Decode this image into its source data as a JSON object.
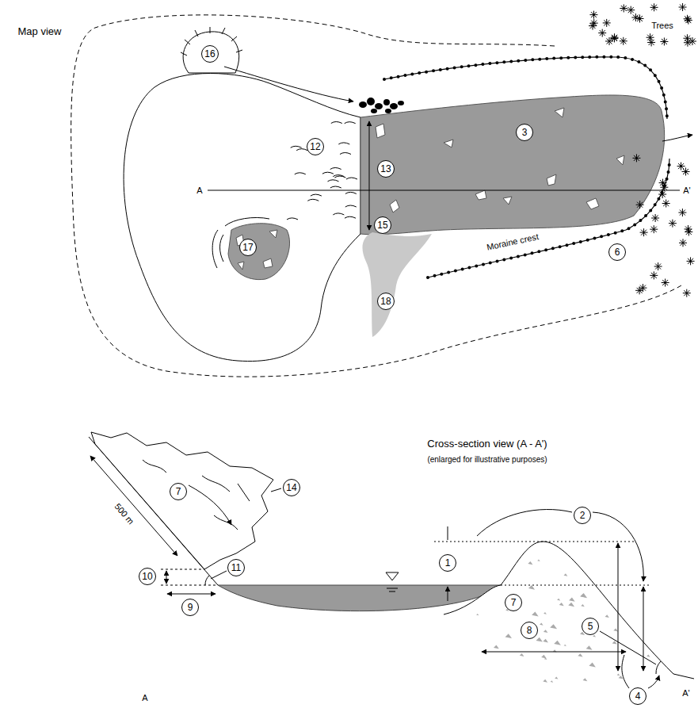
{
  "diagram": {
    "nodes": [
      {
        "text": [
          "16"
        ]
      },
      {
        "text": [
          "12"
        ]
      },
      {
        "text": [
          "13"
        ]
      },
      {
        "text": [
          "3"
        ]
      },
      {
        "text": [
          "15"
        ]
      },
      {
        "text": [
          "17"
        ]
      },
      {
        "text": [
          "6"
        ]
      },
      {
        "text": [
          "18"
        ]
      },
      {
        "text": [
          "7"
        ]
      },
      {
        "text": [
          "14"
        ]
      },
      {
        "text": [
          "10"
        ]
      },
      {
        "text": [
          "11"
        ]
      },
      {
        "text": [
          "9"
        ]
      },
      {
        "text": [
          "1"
        ]
      },
      {
        "text": [
          "2"
        ]
      },
      {
        "text": [
          "7"
        ]
      },
      {
        "text": [
          "8"
        ]
      },
      {
        "text": [
          "5"
        ]
      },
      {
        "text": [
          "4"
        ]
      }
    ],
    "labels": [
      "Map view",
      "Trees",
      "A",
      "A'",
      "Moraine crest",
      "Cross-section view (A - A')",
      "(enlarged for illustrative purposes)",
      "500 m",
      "A",
      "A'"
    ]
  }
}
